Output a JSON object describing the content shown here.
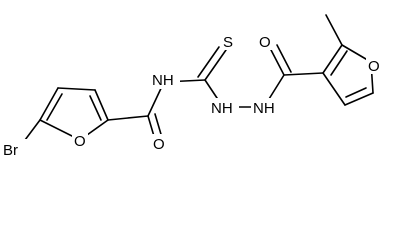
{
  "molecule": {
    "atoms": [
      {
        "id": "br",
        "element": "Br"
      },
      {
        "id": "o_furan1",
        "element": "O"
      },
      {
        "id": "o_amide1",
        "element": "O"
      },
      {
        "id": "n_imide",
        "element": "N",
        "hydrogens": "H",
        "label": "NH"
      },
      {
        "id": "s_thio",
        "element": "S"
      },
      {
        "id": "n_hydrazine1",
        "element": "N",
        "hydrogens": "H",
        "label": "NH"
      },
      {
        "id": "n_hydrazine2",
        "element": "N",
        "hydrogens": "H",
        "label": "NH"
      },
      {
        "id": "o_amide2",
        "element": "O"
      },
      {
        "id": "o_furan2",
        "element": "O"
      }
    ]
  }
}
